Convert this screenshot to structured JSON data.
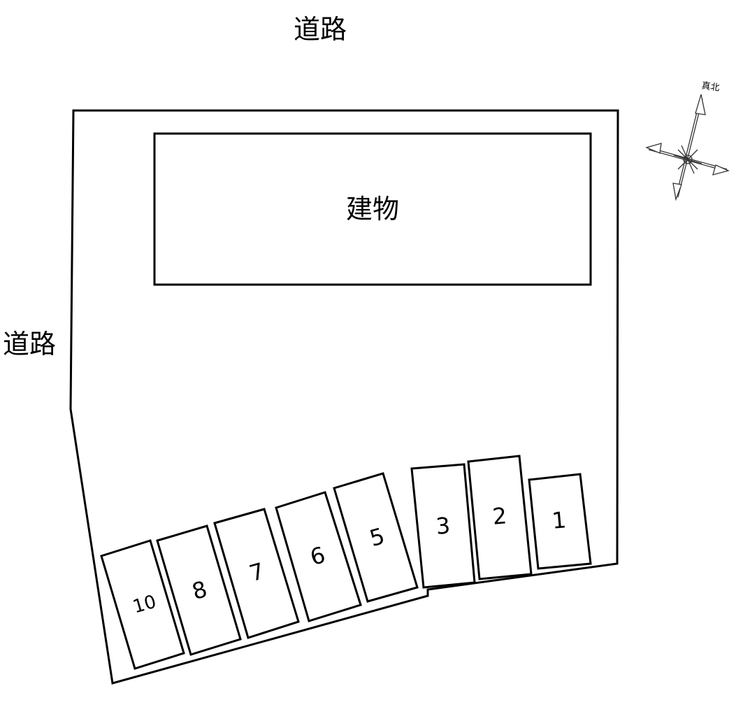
{
  "roads": {
    "top": "道路",
    "left": "道路"
  },
  "building": {
    "label": "建物"
  },
  "compass": {
    "label": "真北"
  },
  "parking_slots": [
    {
      "label": "1"
    },
    {
      "label": "2"
    },
    {
      "label": "3"
    },
    {
      "label": "5"
    },
    {
      "label": "6"
    },
    {
      "label": "7"
    },
    {
      "label": "8"
    },
    {
      "label": "10"
    }
  ],
  "colors": {
    "stroke": "#000000",
    "background": "#ffffff"
  }
}
